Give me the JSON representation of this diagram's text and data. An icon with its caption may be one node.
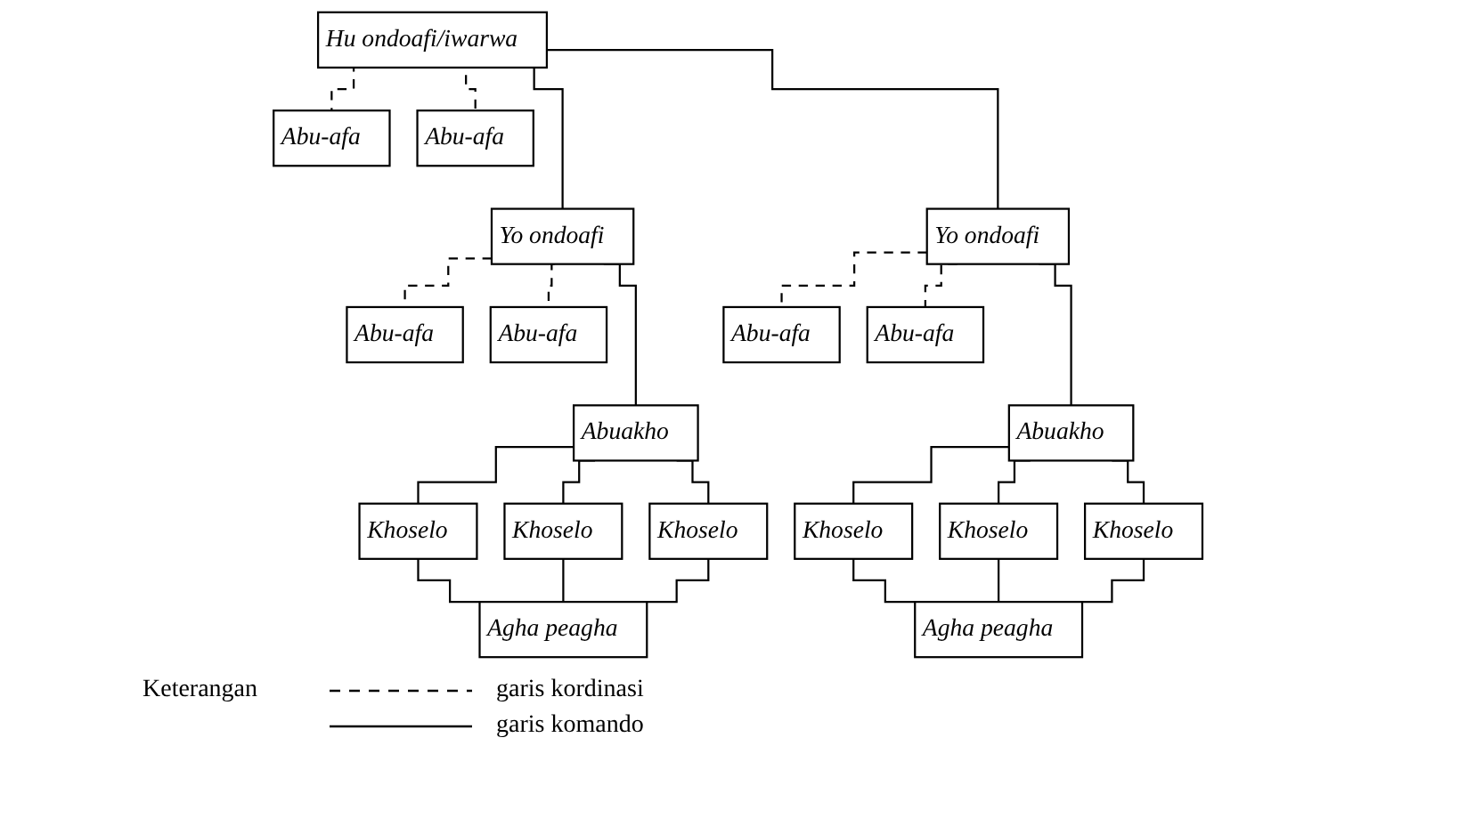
{
  "diagram": {
    "nodes": [
      {
        "text": [
          "Hu ondoafi/iwarwa"
        ]
      },
      {
        "text": [
          "Abu-afa"
        ]
      },
      {
        "text": [
          "Abu-afa"
        ]
      },
      {
        "text": [
          "Yo ondoafi"
        ]
      },
      {
        "text": [
          "Abu-afa"
        ]
      },
      {
        "text": [
          "Abu-afa"
        ]
      },
      {
        "text": [
          "Abuakho"
        ]
      },
      {
        "text": [
          "Khoselo"
        ]
      },
      {
        "text": [
          "Khoselo"
        ]
      },
      {
        "text": [
          "Khoselo"
        ]
      },
      {
        "text": [
          "Agha peagha"
        ]
      },
      {
        "text": [
          "Yo ondoafi"
        ]
      },
      {
        "text": [
          "Abu-afa"
        ]
      },
      {
        "text": [
          "Abu-afa"
        ]
      },
      {
        "text": [
          "Abuakho"
        ]
      },
      {
        "text": [
          "Khoselo"
        ]
      },
      {
        "text": [
          "Khoselo"
        ]
      },
      {
        "text": [
          "Khoselo"
        ]
      },
      {
        "text": [
          "Agha peagha"
        ]
      }
    ],
    "edges": [
      {
        "from": 0,
        "to": 1,
        "arrow": "none",
        "style": "dashed"
      },
      {
        "from": 0,
        "to": 2,
        "arrow": "none",
        "style": "dashed"
      },
      {
        "from": 0,
        "to": 3,
        "arrow": "none"
      },
      {
        "from": 0,
        "to": 11,
        "arrow": "none"
      },
      {
        "from": 3,
        "to": 4,
        "arrow": "none",
        "style": "dashed"
      },
      {
        "from": 3,
        "to": 5,
        "arrow": "none",
        "style": "dashed"
      },
      {
        "from": 3,
        "to": 6,
        "arrow": "none"
      },
      {
        "from": 6,
        "to": 7,
        "arrow": "none"
      },
      {
        "from": 6,
        "to": 8,
        "arrow": "none"
      },
      {
        "from": 6,
        "to": 9,
        "arrow": "none"
      },
      {
        "from": 7,
        "to": 10,
        "arrow": "none"
      },
      {
        "from": 8,
        "to": 10,
        "arrow": "none"
      },
      {
        "from": 9,
        "to": 10,
        "arrow": "none"
      },
      {
        "from": 11,
        "to": 12,
        "arrow": "none",
        "style": "dashed"
      },
      {
        "from": 11,
        "to": 13,
        "arrow": "none",
        "style": "dashed"
      },
      {
        "from": 11,
        "to": 14,
        "arrow": "none"
      },
      {
        "from": 14,
        "to": 15,
        "arrow": "none"
      },
      {
        "from": 14,
        "to": 16,
        "arrow": "none"
      },
      {
        "from": 14,
        "to": 17,
        "arrow": "none"
      },
      {
        "from": 15,
        "to": 18,
        "arrow": "none"
      },
      {
        "from": 16,
        "to": 18,
        "arrow": "none"
      },
      {
        "from": 17,
        "to": 18,
        "arrow": "none"
      }
    ],
    "labels": [
      "Keterangan"
    ],
    "legend": [
      {
        "text": "garis kordinasi"
      },
      {
        "text": "garis komando"
      }
    ]
  }
}
